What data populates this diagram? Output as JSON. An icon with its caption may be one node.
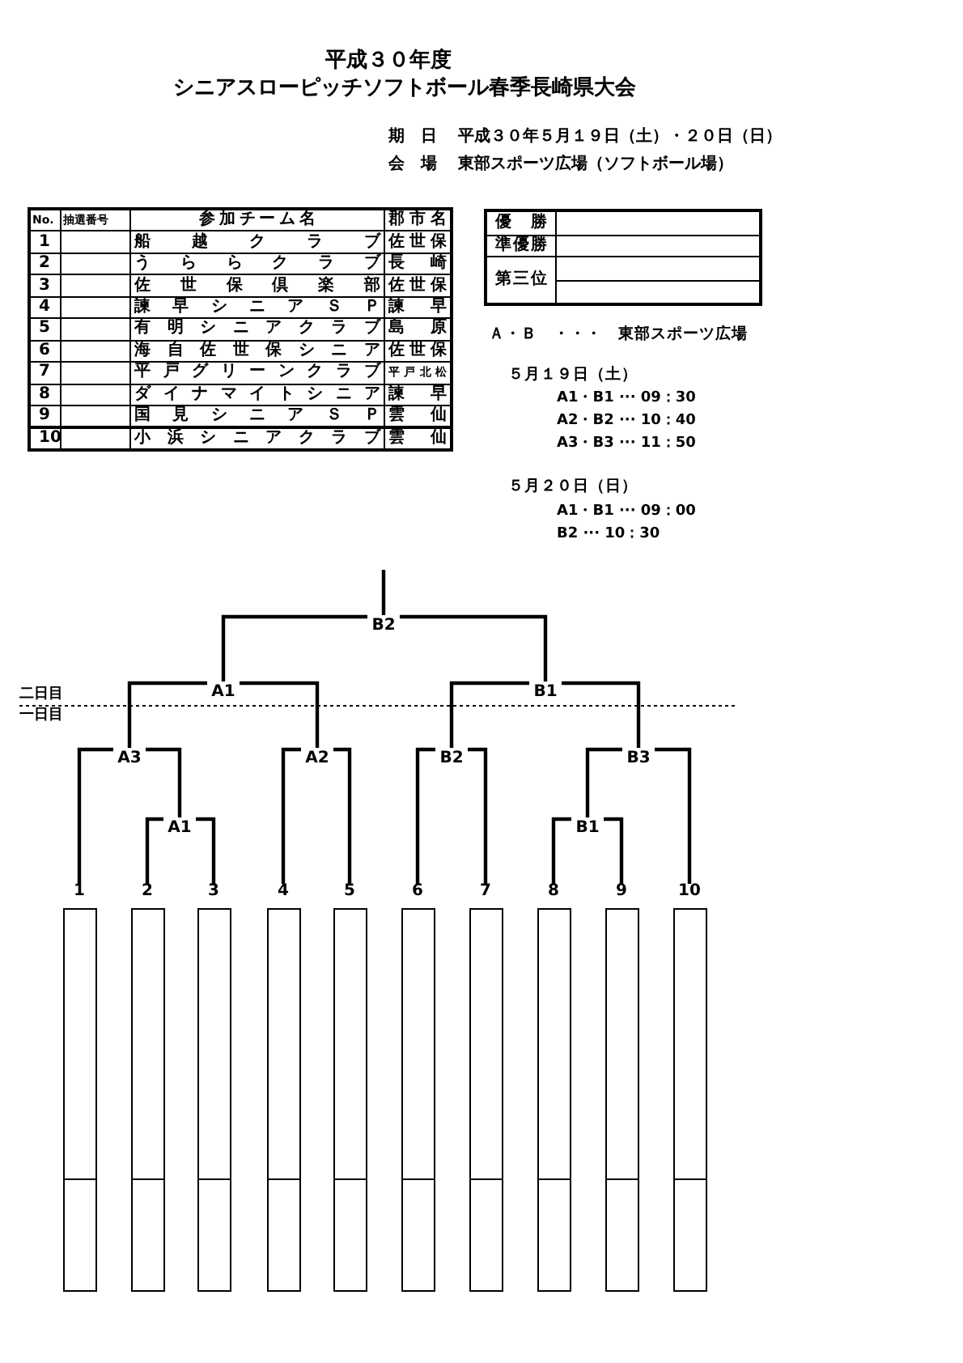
{
  "diagram": {
    "title": "シニアスローピッチソフトボール春季長崎県大会",
    "nodes": [
      {
        "text": [
          "1"
        ]
      },
      {
        "text": [
          "2"
        ]
      },
      {
        "text": [
          "3"
        ]
      },
      {
        "text": [
          "4"
        ]
      },
      {
        "text": [
          "5"
        ]
      },
      {
        "text": [
          "6"
        ]
      },
      {
        "text": [
          "7"
        ]
      },
      {
        "text": [
          "8"
        ]
      },
      {
        "text": [
          "9"
        ]
      },
      {
        "text": [
          "10"
        ]
      },
      {
        "text": [
          "A1"
        ]
      },
      {
        "text": [
          "A3"
        ]
      },
      {
        "text": [
          "A2"
        ]
      },
      {
        "text": [
          "B2"
        ]
      },
      {
        "text": [
          "B1"
        ]
      },
      {
        "text": [
          "B3"
        ]
      },
      {
        "text": [
          "A1"
        ]
      },
      {
        "text": [
          "B1"
        ]
      },
      {
        "text": [
          "B2"
        ]
      }
    ],
    "edges": [
      {
        "from": 1,
        "to": 10,
        "arrow": "none"
      },
      {
        "from": 2,
        "to": 10,
        "arrow": "none"
      },
      {
        "from": 0,
        "to": 11,
        "arrow": "none"
      },
      {
        "from": 10,
        "to": 11,
        "arrow": "none"
      },
      {
        "from": 3,
        "to": 12,
        "arrow": "none"
      },
      {
        "from": 4,
        "to": 12,
        "arrow": "none"
      },
      {
        "from": 5,
        "to": 13,
        "arrow": "none"
      },
      {
        "from": 6,
        "to": 13,
        "arrow": "none"
      },
      {
        "from": 7,
        "to": 14,
        "arrow": "none"
      },
      {
        "from": 8,
        "to": 14,
        "arrow": "none"
      },
      {
        "from": 14,
        "to": 15,
        "arrow": "none"
      },
      {
        "from": 9,
        "to": 15,
        "arrow": "none"
      },
      {
        "from": 11,
        "to": 16,
        "arrow": "none"
      },
      {
        "from": 12,
        "to": 16,
        "arrow": "none"
      },
      {
        "from": 13,
        "to": 17,
        "arrow": "none"
      },
      {
        "from": 15,
        "to": 17,
        "arrow": "none"
      },
      {
        "from": 16,
        "to": 18,
        "arrow": "none"
      },
      {
        "from": 17,
        "to": 18,
        "arrow": "none"
      },
      {
        "from": 18,
        "to": null,
        "arrow": "none"
      }
    ],
    "labels": [
      "平成３０年度",
      "期　日",
      "平成３０年５月１９日（土）・２０日（日）",
      "会　場",
      "東部スポーツ広場（ソフトボール場）",
      "No.",
      "抽選番号",
      "参加チーム名",
      "郡市名",
      "1",
      "船越クラブ",
      "佐世保",
      "2",
      "うららクラブ",
      "長崎",
      "3",
      "佐世保倶楽部",
      "佐世保",
      "4",
      "諫早シニアＳＰ",
      "諫早",
      "5",
      "有明シニアクラブ",
      "島原",
      "6",
      "海自佐世保シニア",
      "佐世保",
      "7",
      "平戸グリーンクラブ",
      "平戸北松",
      "8",
      "ダイナマイトシニア",
      "諫早",
      "9",
      "国見シニアＳＰ",
      "雲仙",
      "10",
      "小浜シニアクラブ",
      "雲仙",
      "優勝",
      "準優勝",
      "第三位",
      "Ａ・Ｂ　・・・　東部スポーツ広場",
      "５月１９日（土）",
      "A1・B1 ··· 09：30",
      "A2・B2 ··· 10：40",
      "A3・B3 ··· 11：50",
      "５月２０日（日）",
      "A1・B1 ··· 09：00",
      "B2 ··· 10：30",
      "二日目",
      "一日目"
    ]
  }
}
